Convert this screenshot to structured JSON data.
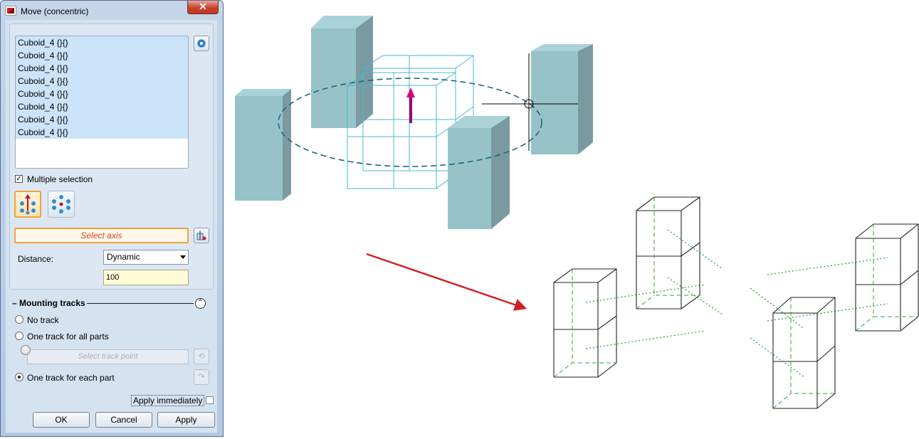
{
  "window": {
    "title": "Move (concentric)",
    "close_glyph": "✕"
  },
  "selection_list": {
    "items": [
      "Cuboid_4 {}{}",
      "Cuboid_4 {}{}",
      "Cuboid_4 {}{}",
      "Cuboid_4 {}{}",
      "Cuboid_4 {}{}",
      "Cuboid_4 {}{}",
      "Cuboid_4 {}{}",
      "Cuboid_4 {}{}"
    ]
  },
  "multiple_selection": {
    "label": "Multiple selection",
    "checked": true,
    "mark": "✓"
  },
  "select_axis": {
    "label": "Select axis"
  },
  "distance": {
    "label": "Distance:",
    "mode": "Dynamic",
    "value": "100"
  },
  "mounting_tracks": {
    "title": "Mounting tracks",
    "collapse_glyph": "⌃",
    "options": [
      "No track",
      "One track for all parts",
      "One track for each part"
    ],
    "selected_index": 2,
    "track_point_placeholder": "Select track point"
  },
  "apply_immediately": {
    "label": "Apply immediately",
    "checked": false
  },
  "buttons": {
    "ok": "OK",
    "cancel": "Cancel",
    "apply": "Apply"
  },
  "colors": {
    "accent_orange": "#f2a03d",
    "axis_text": "#d8432a",
    "solid_fill": "#97c3c8",
    "wire_cyan": "#48b8d0",
    "track_green": "#2ea836",
    "arrow_red": "#d32121",
    "arrow_magenta": "#a0006e"
  }
}
